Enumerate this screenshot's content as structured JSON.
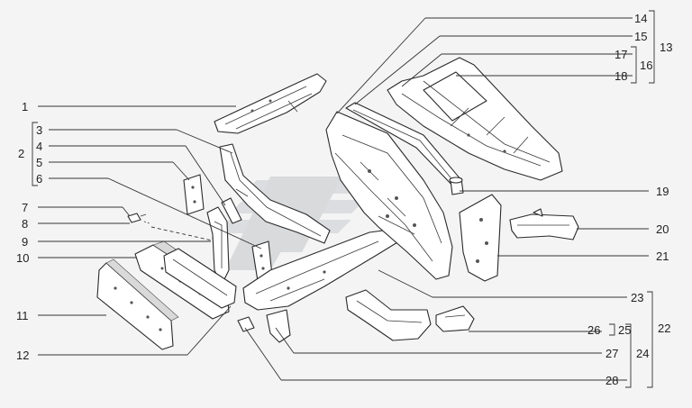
{
  "watermark_color": "#c9ccd0",
  "callouts": {
    "1": "1",
    "2": "2",
    "3": "3",
    "4": "4",
    "5": "5",
    "6": "6",
    "7": "7",
    "8": "8",
    "9": "9",
    "10": "10",
    "11": "11",
    "12": "12",
    "13": "13",
    "14": "14",
    "15": "15",
    "16": "16",
    "17": "17",
    "18": "18",
    "19": "19",
    "20": "20",
    "21": "21",
    "22": "22",
    "23": "23",
    "24": "24",
    "25": "25",
    "26": "26",
    "27": "27",
    "28": "28"
  }
}
